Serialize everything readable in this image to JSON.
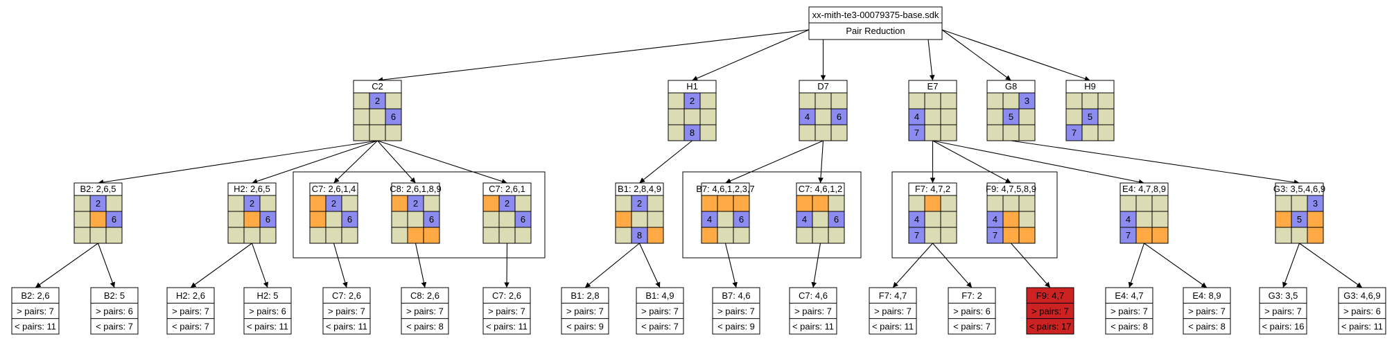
{
  "colors": {
    "cell_empty": "#dcdcb4",
    "cell_given": "#8c8cf0",
    "cell_mark": "#ffaa44",
    "highlight_fill": "#cc2222",
    "line": "#000000",
    "background": "#ffffff"
  },
  "root": {
    "title": "xx-mith-te3-00079375-base.sdk",
    "subtitle": "Pair Reduction"
  },
  "nodes": [
    {
      "id": "C2",
      "title": "C2",
      "cells": [
        "e",
        "g:2",
        "e",
        "e",
        "e",
        "g:6",
        "e",
        "e",
        "e"
      ]
    },
    {
      "id": "H1",
      "title": "H1",
      "cells": [
        "e",
        "g:2",
        "e",
        "e",
        "e",
        "e",
        "e",
        "g:8",
        "e"
      ]
    },
    {
      "id": "D7",
      "title": "D7",
      "cells": [
        "e",
        "e",
        "e",
        "g:4",
        "e",
        "g:6",
        "e",
        "e",
        "e"
      ]
    },
    {
      "id": "E7",
      "title": "E7",
      "cells": [
        "e",
        "e",
        "e",
        "g:4",
        "e",
        "e",
        "g:7",
        "e",
        "e"
      ]
    },
    {
      "id": "G8",
      "title": "G8",
      "cells": [
        "e",
        "e",
        "g:3",
        "e",
        "g:5",
        "e",
        "e",
        "e",
        "e"
      ]
    },
    {
      "id": "H9",
      "title": "H9",
      "cells": [
        "e",
        "e",
        "e",
        "e",
        "g:5",
        "e",
        "g:7",
        "e",
        "e"
      ]
    },
    {
      "id": "B2a",
      "title": "B2: 2,6,5",
      "cells": [
        "e",
        "g:2",
        "e",
        "e",
        "m",
        "g:6",
        "e",
        "e",
        "e"
      ]
    },
    {
      "id": "H2a",
      "title": "H2: 2,6,5",
      "cells": [
        "e",
        "g:2",
        "e",
        "e",
        "m",
        "g:6",
        "e",
        "e",
        "e"
      ]
    },
    {
      "id": "C7a",
      "title": "C7: 2,6,1,4",
      "cells": [
        "m",
        "g:2",
        "e",
        "m",
        "e",
        "g:6",
        "e",
        "e",
        "e"
      ]
    },
    {
      "id": "C8a",
      "title": "C8: 2,6,1,8,9",
      "cells": [
        "m",
        "g:2",
        "e",
        "e",
        "e",
        "g:6",
        "e",
        "m",
        "m"
      ]
    },
    {
      "id": "C7b",
      "title": "C7: 2,6,1",
      "cells": [
        "m",
        "g:2",
        "e",
        "e",
        "e",
        "g:6",
        "e",
        "e",
        "e"
      ]
    },
    {
      "id": "B1a",
      "title": "B1: 2,8,4,9",
      "cells": [
        "e",
        "g:2",
        "e",
        "m",
        "e",
        "e",
        "e",
        "g:8",
        "m"
      ]
    },
    {
      "id": "B7a",
      "title": "B7: 4,6,1,2,3,7",
      "cells": [
        "m",
        "m",
        "m",
        "g:4",
        "e",
        "g:6",
        "m",
        "e",
        "e"
      ]
    },
    {
      "id": "C7c",
      "title": "C7: 4,6,1,2",
      "cells": [
        "m",
        "m",
        "e",
        "g:4",
        "e",
        "g:6",
        "e",
        "e",
        "e"
      ]
    },
    {
      "id": "F7a",
      "title": "F7: 4,7,2",
      "cells": [
        "e",
        "m",
        "e",
        "g:4",
        "e",
        "e",
        "g:7",
        "e",
        "e"
      ]
    },
    {
      "id": "F9a",
      "title": "F9: 4,7,5,8,9",
      "cells": [
        "e",
        "e",
        "e",
        "g:4",
        "m",
        "e",
        "g:7",
        "m",
        "m"
      ]
    },
    {
      "id": "E4a",
      "title": "E4: 4,7,8,9",
      "cells": [
        "e",
        "e",
        "e",
        "g:4",
        "e",
        "e",
        "g:7",
        "m",
        "m"
      ]
    },
    {
      "id": "G3a",
      "title": "G3: 3,5,4,6,9",
      "cells": [
        "e",
        "e",
        "g:3",
        "m",
        "g:5",
        "m",
        "e",
        "e",
        "m"
      ]
    }
  ],
  "leaves": [
    {
      "id": "L1",
      "title": "B2: 2,6",
      "more": "> pairs: 7",
      "less": "< pairs: 11"
    },
    {
      "id": "L2",
      "title": "B2: 5",
      "more": "> pairs: 6",
      "less": "< pairs: 7"
    },
    {
      "id": "L3",
      "title": "H2: 2,6",
      "more": "> pairs: 7",
      "less": "< pairs: 7"
    },
    {
      "id": "L4",
      "title": "H2: 5",
      "more": "> pairs: 6",
      "less": "< pairs: 11"
    },
    {
      "id": "L5",
      "title": "C7: 2,6",
      "more": "> pairs: 7",
      "less": "< pairs: 11"
    },
    {
      "id": "L6",
      "title": "C8: 2,6",
      "more": "> pairs: 7",
      "less": "< pairs: 8"
    },
    {
      "id": "L7",
      "title": "C7: 2,6",
      "more": "> pairs: 7",
      "less": "< pairs: 11"
    },
    {
      "id": "L8",
      "title": "B1: 2,8",
      "more": "> pairs: 7",
      "less": "< pairs: 9"
    },
    {
      "id": "L9",
      "title": "B1: 4,9",
      "more": "> pairs: 7",
      "less": "< pairs: 7"
    },
    {
      "id": "L10",
      "title": "B7: 4,6",
      "more": "> pairs: 7",
      "less": "< pairs: 9"
    },
    {
      "id": "L11",
      "title": "C7: 4,6",
      "more": "> pairs: 7",
      "less": "< pairs: 11"
    },
    {
      "id": "L12",
      "title": "F7: 4,7",
      "more": "> pairs: 7",
      "less": "< pairs: 11"
    },
    {
      "id": "L13",
      "title": "F7: 2",
      "more": "> pairs: 6",
      "less": "< pairs: 7"
    },
    {
      "id": "L14",
      "title": "F9: 4,7",
      "more": "> pairs: 7",
      "less": "< pairs: 17",
      "highlight": true
    },
    {
      "id": "L15",
      "title": "E4: 4,7",
      "more": "> pairs: 7",
      "less": "< pairs: 8"
    },
    {
      "id": "L16",
      "title": "E4: 8,9",
      "more": "> pairs: 7",
      "less": "< pairs: 8"
    },
    {
      "id": "L17",
      "title": "G3: 3,5",
      "more": "> pairs: 7",
      "less": "< pairs: 16"
    },
    {
      "id": "L18",
      "title": "G3: 4,6,9",
      "more": "> pairs: 6",
      "less": "< pairs: 11"
    }
  ],
  "edges": [
    [
      "root",
      "C2"
    ],
    [
      "root",
      "H1"
    ],
    [
      "root",
      "D7"
    ],
    [
      "root",
      "E7"
    ],
    [
      "root",
      "G8"
    ],
    [
      "root",
      "H9"
    ],
    [
      "C2",
      "B2a"
    ],
    [
      "C2",
      "H2a"
    ],
    [
      "C2",
      "C7a"
    ],
    [
      "C2",
      "C8a"
    ],
    [
      "C2",
      "C7b"
    ],
    [
      "H1",
      "B1a"
    ],
    [
      "D7",
      "B7a"
    ],
    [
      "D7",
      "C7c"
    ],
    [
      "E7",
      "F7a"
    ],
    [
      "E7",
      "F9a"
    ],
    [
      "E7",
      "E4a"
    ],
    [
      "G8",
      "G3a"
    ],
    [
      "B2a",
      "L1"
    ],
    [
      "B2a",
      "L2"
    ],
    [
      "H2a",
      "L3"
    ],
    [
      "H2a",
      "L4"
    ],
    [
      "C7a",
      "L5"
    ],
    [
      "C8a",
      "L6"
    ],
    [
      "C7b",
      "L7"
    ],
    [
      "B1a",
      "L8"
    ],
    [
      "B1a",
      "L9"
    ],
    [
      "B7a",
      "L10"
    ],
    [
      "C7c",
      "L11"
    ],
    [
      "F7a",
      "L12"
    ],
    [
      "F7a",
      "L13"
    ],
    [
      "F9a",
      "L14"
    ],
    [
      "E4a",
      "L15"
    ],
    [
      "E4a",
      "L16"
    ],
    [
      "G3a",
      "L17"
    ],
    [
      "G3a",
      "L18"
    ]
  ]
}
